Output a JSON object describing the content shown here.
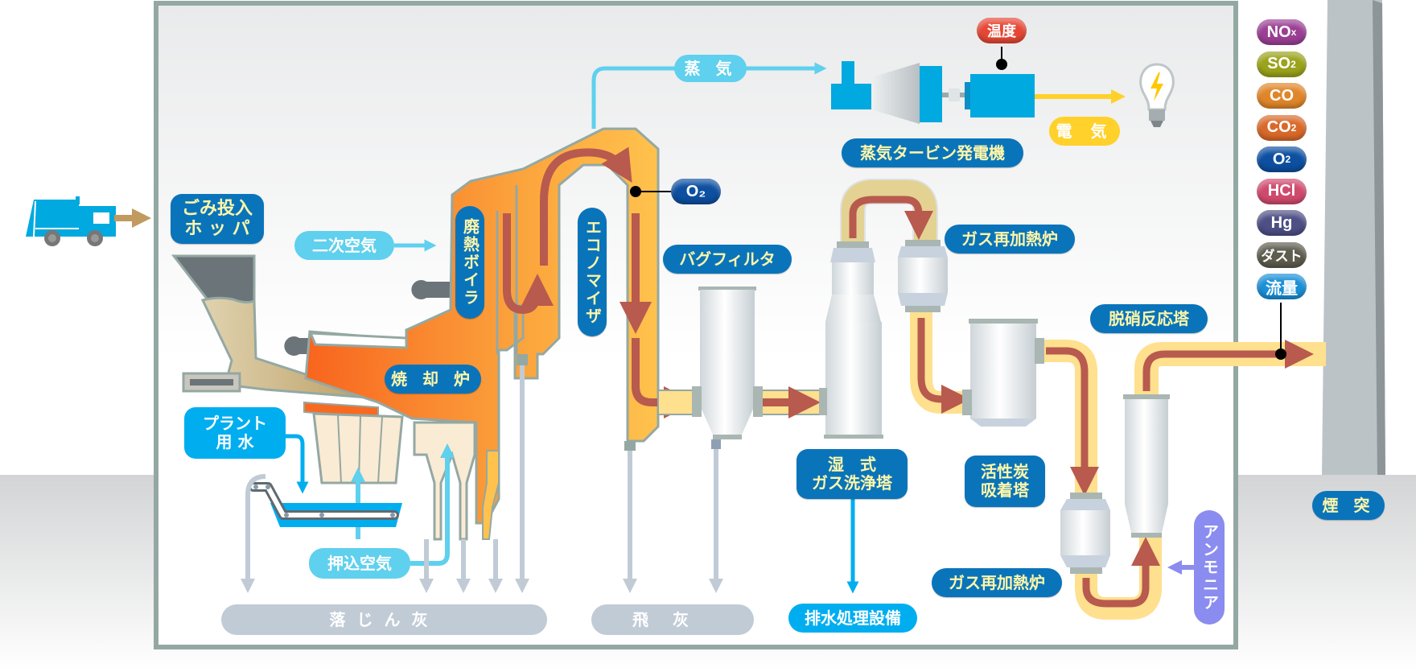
{
  "diagram": {
    "title": "ごみ焼却処理フロー",
    "colors": {
      "label_bg": "#0a74bb",
      "label_text": "#fff6a8",
      "flue_gas_duct": "#ffe08e",
      "flue_gas_arrow": "#b85a4e",
      "boiler": "#ffc24d",
      "furnace_hot": "#f86a20",
      "steam_air_line": "#5fd0ee",
      "water_line": "#00aef0",
      "ash_line": "#c1cbd6",
      "electricity": "#ffd12a",
      "ammonia": "#8a8cf0",
      "equipment": "#e3e8ec",
      "frame": "#94a8a3"
    },
    "labels": {
      "hopper": "ごみ投入\nホ ッ パ",
      "furnace": "焼 却 炉",
      "waste_heat_boiler": "廃熱ボイラ",
      "economizer": "エコノマイザ",
      "bag_filter": "バグフィルタ",
      "wet_scrubber": "湿　式\nガス洗浄塔",
      "gas_reheater_upper": "ガス再加熱炉",
      "gas_reheater_lower": "ガス再加熱炉",
      "activated_carbon_tower": "活性炭\n吸着塔",
      "denitration_tower": "脱硝反応塔",
      "chimney": "煙 突",
      "turbine_generator": "蒸気タービン発電機",
      "steam": "蒸 気",
      "electricity": "電 気",
      "secondary_air": "二次空気",
      "forced_air": "押込空気",
      "plant_water": "プラント\n用 水",
      "bottom_ash": "落じん灰",
      "fly_ash": "飛灰",
      "wastewater_treatment": "排水処理設備",
      "ammonia": "アンモニア"
    },
    "sensors": {
      "temperature": "温度",
      "boiler_o2": "O₂"
    },
    "stack_monitors": [
      {
        "label": "NOx",
        "main": "NO",
        "sub": "x",
        "color": "#9b3f94"
      },
      {
        "label": "SO2",
        "main": "SO",
        "sub": "2",
        "color": "#9aa31b"
      },
      {
        "label": "CO",
        "main": "CO",
        "sub": "",
        "color": "#e0862a"
      },
      {
        "label": "CO2",
        "main": "CO",
        "sub": "2",
        "color": "#d9692a"
      },
      {
        "label": "O2",
        "main": "O",
        "sub": "2",
        "color": "#0d4fa0"
      },
      {
        "label": "HCl",
        "main": "HCl",
        "sub": "",
        "color": "#d04a6e"
      },
      {
        "label": "Hg",
        "main": "Hg",
        "sub": "",
        "color": "#4d4f85"
      },
      {
        "label": "ダスト",
        "main": "ダスト",
        "sub": "",
        "color": "#5d5c4e"
      },
      {
        "label": "流量",
        "main": "流量",
        "sub": "",
        "color": "#1a8fd6"
      }
    ],
    "icons": {
      "truck": "garbage-truck-icon",
      "bulb": "light-bulb-icon"
    }
  }
}
